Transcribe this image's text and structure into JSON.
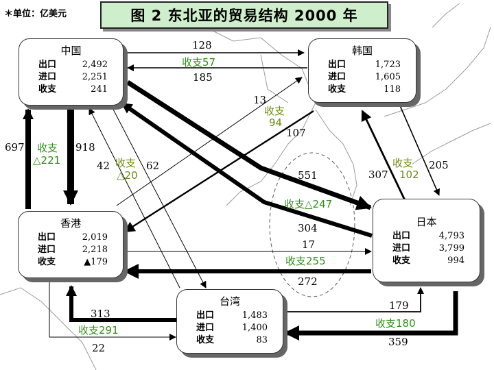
{
  "unit_note": "＊单位：亿美元",
  "title": "图 2    东北亚的贸易结构    2000 年",
  "nodes": {
    "china": {
      "name": "中国",
      "rows": [
        [
          "出口",
          "2,492"
        ],
        [
          "进口",
          "2,251"
        ],
        [
          "收支",
          "241"
        ]
      ]
    },
    "korea": {
      "name": "韩国",
      "rows": [
        [
          "出口",
          "1,723"
        ],
        [
          "进口",
          "1,605"
        ],
        [
          "收支",
          "118"
        ]
      ]
    },
    "hongkong": {
      "name": "香港",
      "rows": [
        [
          "出口",
          "2,019"
        ],
        [
          "进口",
          "2,218"
        ],
        [
          "收支",
          "▲179"
        ]
      ]
    },
    "japan": {
      "name": "日本",
      "rows": [
        [
          "出口",
          "4,793"
        ],
        [
          "进口",
          "3,799"
        ],
        [
          "收支",
          "994"
        ]
      ]
    },
    "taiwan": {
      "name": "台湾",
      "rows": [
        [
          "出口",
          "1,483"
        ],
        [
          "进口",
          "1,400"
        ],
        [
          "收支",
          "83"
        ]
      ]
    }
  },
  "flows": {
    "cn_kr": "128",
    "kr_cn_balance": "收支57",
    "kr_cn": "185",
    "hk_kr": "13",
    "kr_hk_balance_1": "收支",
    "kr_hk_balance_2": "94",
    "kr_hk": "107",
    "hk_cn": "697",
    "cn_hk_balance_1": "收支",
    "cn_hk_balance_2": "△221",
    "cn_hk": "918",
    "tw_cn": "42",
    "cn_tw_balance_1": "收支",
    "cn_tw_balance_2": "△20",
    "cn_tw": "62",
    "cn_jp": "551",
    "cn_jp_balance": "收支△247",
    "jp_cn": "304",
    "kr_jp": "307",
    "kr_jp_balance_1": "收支",
    "kr_jp_balance_2": "102",
    "jp_kr": "205",
    "hk_jp": "17",
    "hk_jp_balance": "收支255",
    "jp_hk": "272",
    "tw_hk": "313",
    "tw_hk_balance": "收支291",
    "hk_tw": "22",
    "tw_jp": "179",
    "tw_jp_balance": "收支180",
    "jp_tw": "359"
  }
}
